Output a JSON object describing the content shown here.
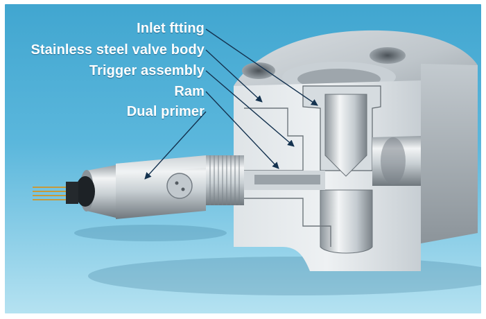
{
  "figure": {
    "labels": [
      "Inlet ftting",
      "Stainless steel valve body",
      "Trigger assembly",
      "Ram",
      "Dual primer"
    ]
  },
  "colors": {
    "background_top": "#42a9d4",
    "background_bottom": "#b7e4f3",
    "steel_light": "#e8edf0",
    "steel_mid": "#b9c1c7",
    "steel_dark": "#737b82",
    "leader_line": "#14324f",
    "label_text": "#ffffff"
  },
  "icons": [
    "arrow-icon"
  ]
}
